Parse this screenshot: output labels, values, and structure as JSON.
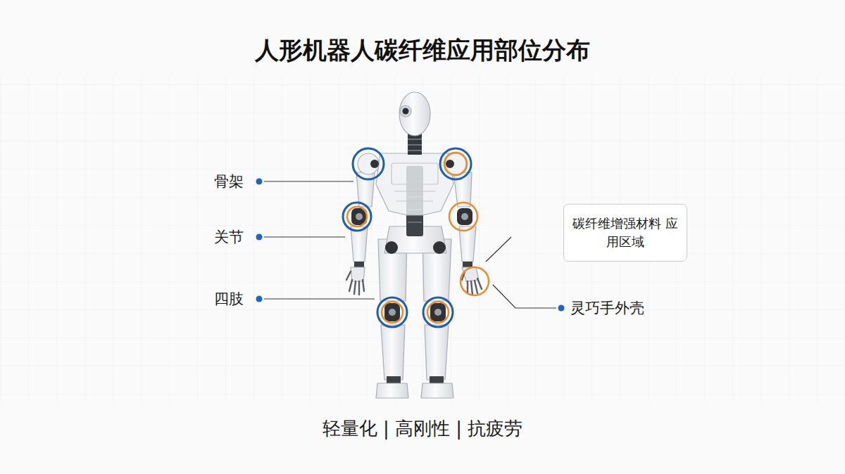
{
  "diagram": {
    "title": "人形机器人碳纤维应用部位分布",
    "caption": "轻量化 | 高刚性 | 抗疲劳",
    "nodes": [
      {
        "text": [
          "碳纤维增强材料 应用区域"
        ]
      }
    ],
    "labels": [
      "骨架",
      "关节",
      "四肢",
      "灵巧手外壳"
    ]
  }
}
